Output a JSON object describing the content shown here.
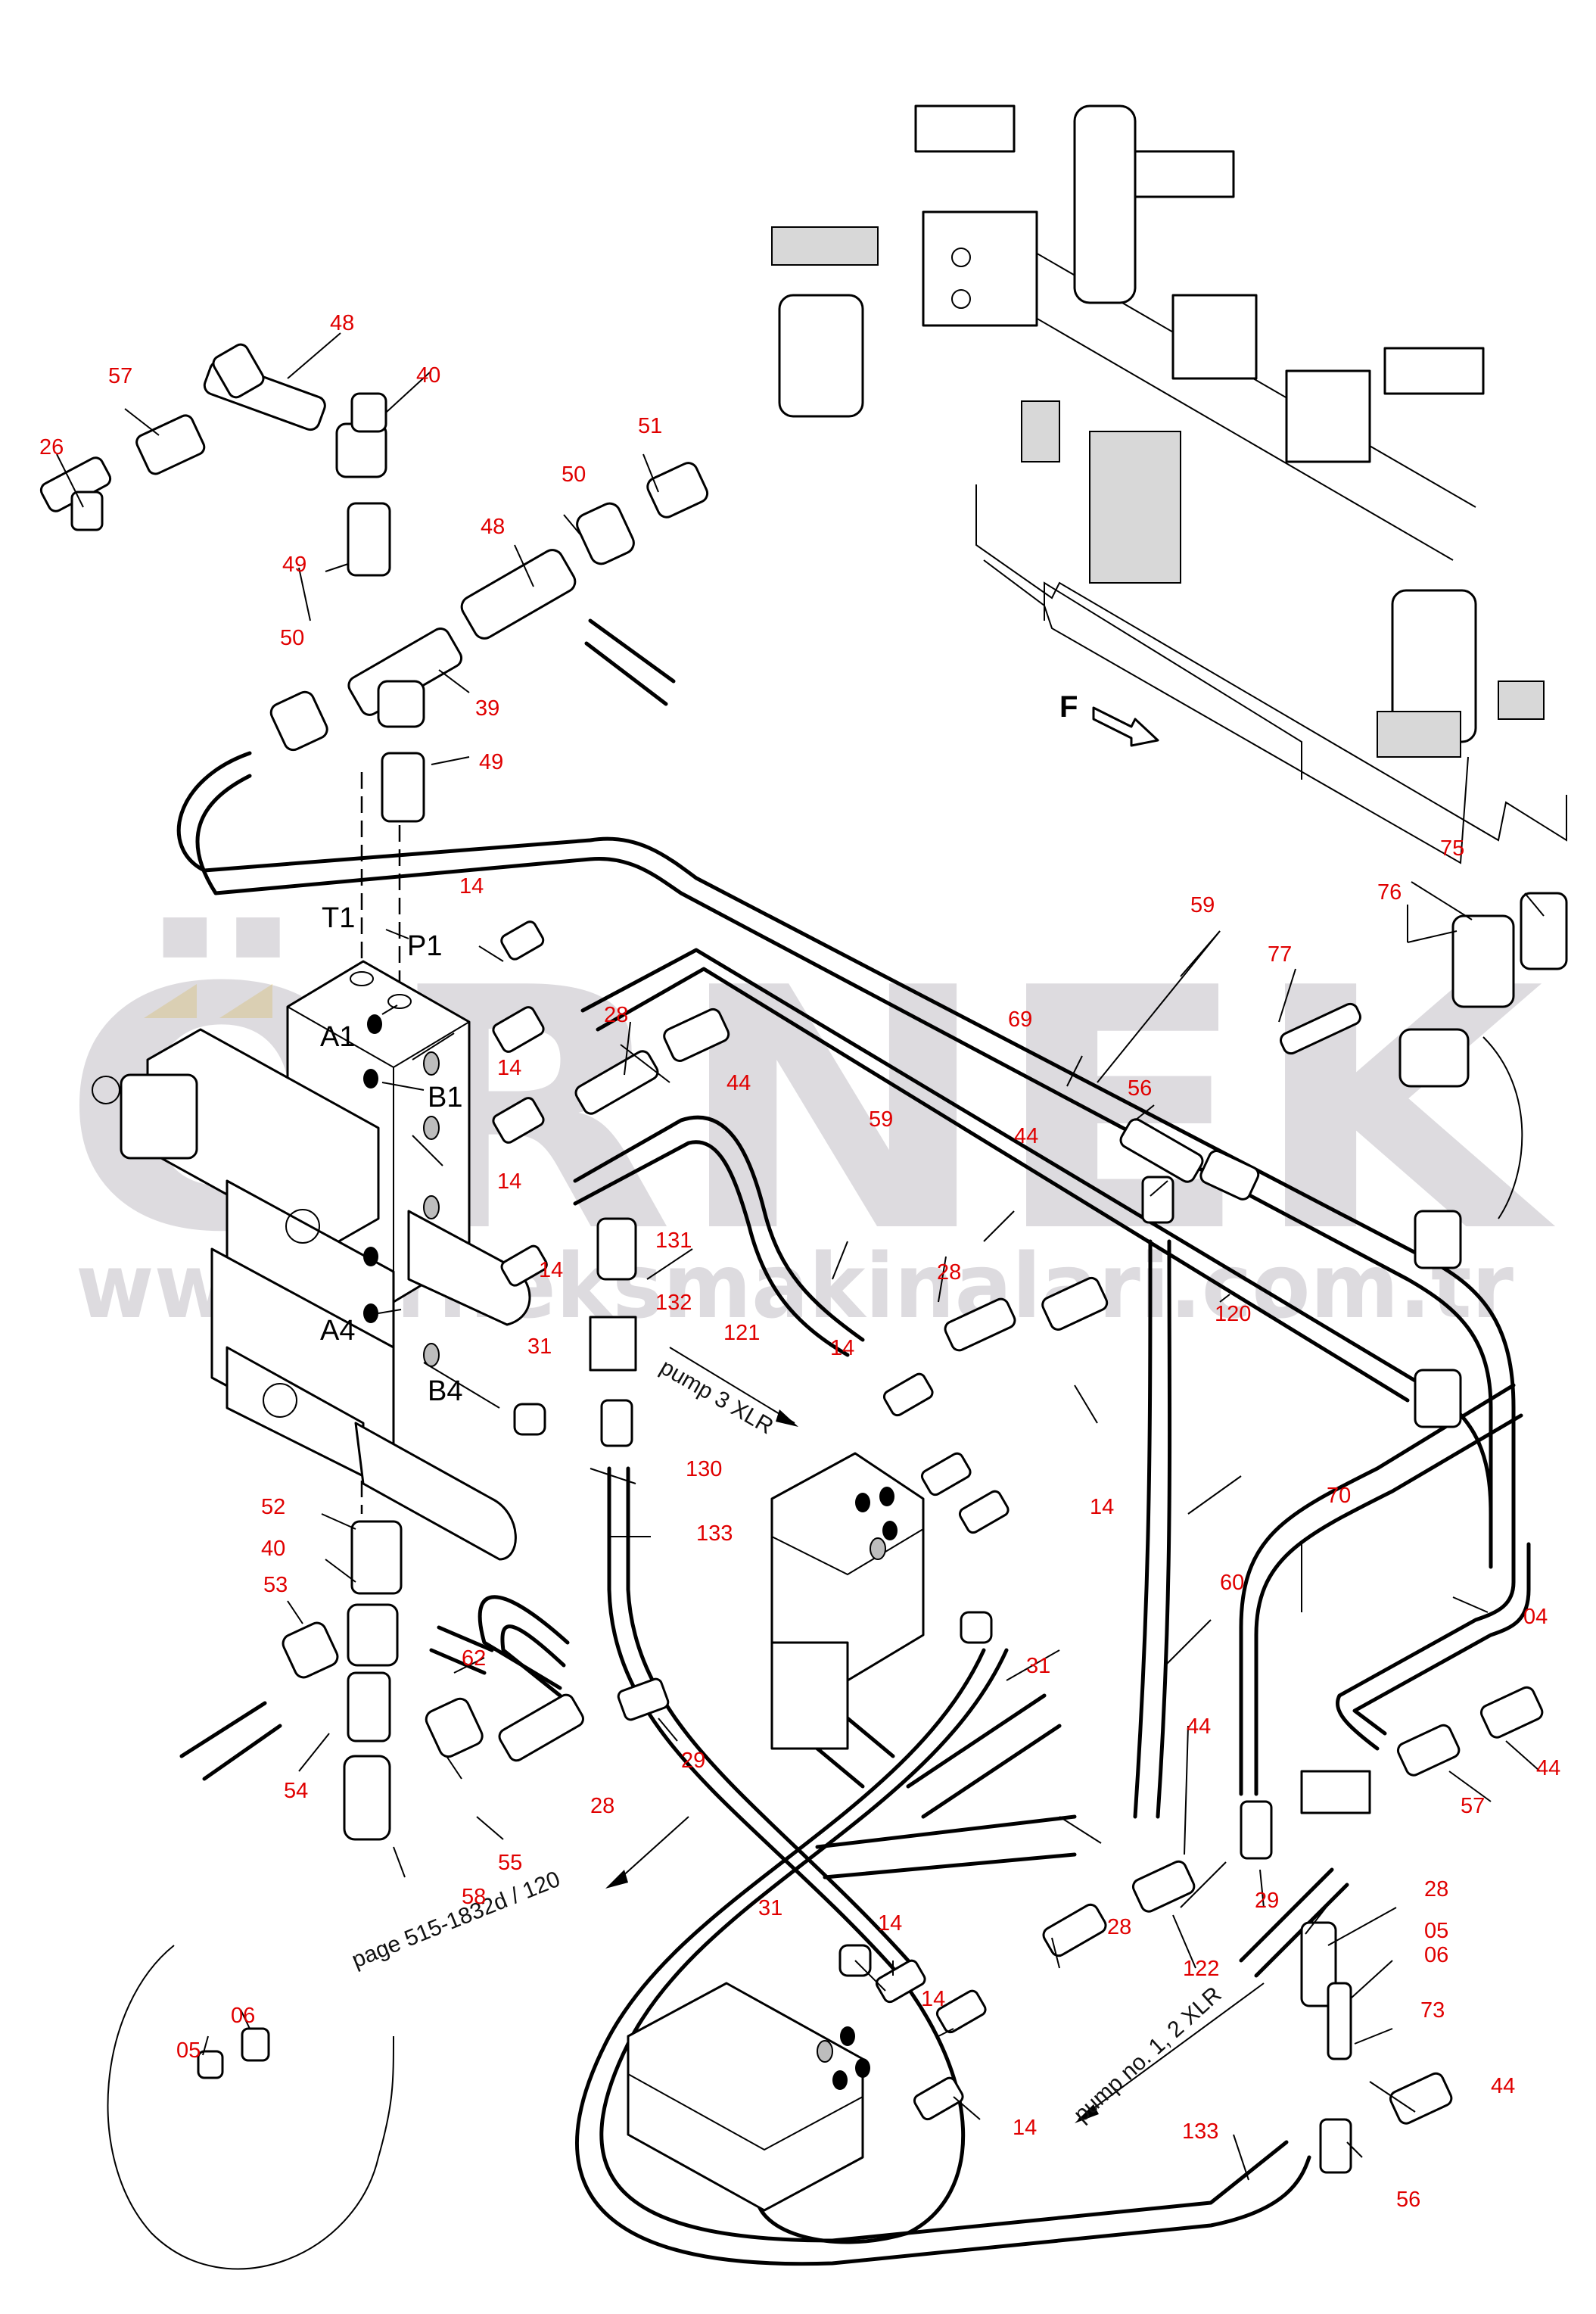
{
  "diagram": {
    "title": "Hydraulic piping exploded parts view",
    "watermark": {
      "brand": "ÖRNEK",
      "url": "www.orneksmakinalari.com.tr"
    },
    "direction_marker": {
      "letter": "F",
      "meaning": "forward direction arrow"
    },
    "port_labels": [
      "T1",
      "P1",
      "A1",
      "B1",
      "A4",
      "B4"
    ],
    "notes": [
      "pump 3 XLR",
      "page 515-1832d / 120",
      "pump no. 1, 2 XLR"
    ],
    "callouts": [
      {
        "id": "c-26",
        "label": "26"
      },
      {
        "id": "c-57a",
        "label": "57"
      },
      {
        "id": "c-48a",
        "label": "48"
      },
      {
        "id": "c-40a",
        "label": "40"
      },
      {
        "id": "c-51",
        "label": "51"
      },
      {
        "id": "c-50a",
        "label": "50"
      },
      {
        "id": "c-48b",
        "label": "48"
      },
      {
        "id": "c-49a",
        "label": "49"
      },
      {
        "id": "c-50b",
        "label": "50"
      },
      {
        "id": "c-39",
        "label": "39"
      },
      {
        "id": "c-49b",
        "label": "49"
      },
      {
        "id": "c-14a",
        "label": "14"
      },
      {
        "id": "c-28a",
        "label": "28"
      },
      {
        "id": "c-14b",
        "label": "14"
      },
      {
        "id": "c-44a",
        "label": "44"
      },
      {
        "id": "c-14c",
        "label": "14"
      },
      {
        "id": "c-131",
        "label": "131"
      },
      {
        "id": "c-59a",
        "label": "59"
      },
      {
        "id": "c-14d",
        "label": "14"
      },
      {
        "id": "c-132",
        "label": "132"
      },
      {
        "id": "c-31a",
        "label": "31"
      },
      {
        "id": "c-121",
        "label": "121"
      },
      {
        "id": "c-14e",
        "label": "14"
      },
      {
        "id": "c-28b",
        "label": "28"
      },
      {
        "id": "c-44b",
        "label": "44"
      },
      {
        "id": "c-59b",
        "label": "59"
      },
      {
        "id": "c-69",
        "label": "69"
      },
      {
        "id": "c-56a",
        "label": "56"
      },
      {
        "id": "c-77",
        "label": "77"
      },
      {
        "id": "c-76",
        "label": "76"
      },
      {
        "id": "c-75",
        "label": "75"
      },
      {
        "id": "c-120",
        "label": "120"
      },
      {
        "id": "c-130",
        "label": "130"
      },
      {
        "id": "c-14f",
        "label": "14"
      },
      {
        "id": "c-133a",
        "label": "133"
      },
      {
        "id": "c-31b",
        "label": "31"
      },
      {
        "id": "c-70",
        "label": "70"
      },
      {
        "id": "c-04",
        "label": "04"
      },
      {
        "id": "c-60",
        "label": "60"
      },
      {
        "id": "c-52",
        "label": "52"
      },
      {
        "id": "c-40b",
        "label": "40"
      },
      {
        "id": "c-53",
        "label": "53"
      },
      {
        "id": "c-62",
        "label": "62"
      },
      {
        "id": "c-29a",
        "label": "29"
      },
      {
        "id": "c-54",
        "label": "54"
      },
      {
        "id": "c-28c",
        "label": "28"
      },
      {
        "id": "c-55",
        "label": "55"
      },
      {
        "id": "c-58",
        "label": "58"
      },
      {
        "id": "c-44c",
        "label": "44"
      },
      {
        "id": "c-57b",
        "label": "57"
      },
      {
        "id": "c-44d",
        "label": "44"
      },
      {
        "id": "c-29b",
        "label": "29"
      },
      {
        "id": "c-28d",
        "label": "28"
      },
      {
        "id": "c-31c",
        "label": "31"
      },
      {
        "id": "c-14g",
        "label": "14"
      },
      {
        "id": "c-28e",
        "label": "28"
      },
      {
        "id": "c-05a",
        "label": "05"
      },
      {
        "id": "c-06a",
        "label": "06"
      },
      {
        "id": "c-14h",
        "label": "14"
      },
      {
        "id": "c-122",
        "label": "122"
      },
      {
        "id": "c-73",
        "label": "73"
      },
      {
        "id": "c-14i",
        "label": "14"
      },
      {
        "id": "c-44e",
        "label": "44"
      },
      {
        "id": "c-133b",
        "label": "133"
      },
      {
        "id": "c-56b",
        "label": "56"
      },
      {
        "id": "c-05b",
        "label": "05"
      },
      {
        "id": "c-06b",
        "label": "06"
      }
    ],
    "colors": {
      "callout": "#e00000",
      "line": "#000000",
      "watermark": "#c9c6cc",
      "watermark_accent": "#f5d15a"
    }
  }
}
